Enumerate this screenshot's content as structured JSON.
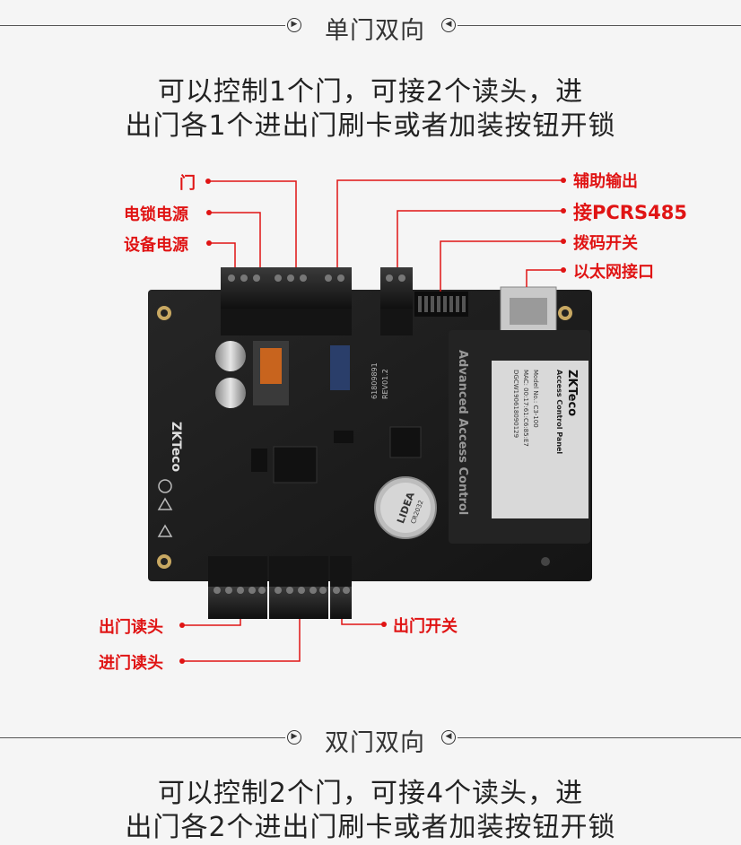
{
  "section1": {
    "title": "单门双向",
    "desc_line1": "可以控制1个门，可接2个读头，进",
    "desc_line2": "出门各1个进出门刷卡或者加装按钮开锁"
  },
  "labels_left_top": [
    "门",
    "电锁电源",
    "设备电源"
  ],
  "labels_right_top": [
    "辅助输出",
    "接PCRS485",
    "拨码开关",
    "以太网接口"
  ],
  "labels_bottom": [
    "出门读头",
    "进门读头",
    "出门开关"
  ],
  "board": {
    "brand": "ZKTeco",
    "module_line1": "Advanced Access Control",
    "module_product": "Access Control Panel",
    "module_model": "Model No.: C3-100",
    "module_mac": "MAC: 00:17:61:C6:85:E7",
    "module_serial": "DGCW190618090129",
    "battery_label": "LIDEA",
    "battery_model": "CR2032",
    "pcb_code": "61809891",
    "pcb_ver": "REV01.2"
  },
  "section2": {
    "title": "双门双向",
    "desc_line1": "可以控制2个门，可接4个读头，进",
    "desc_line2": "出门各2个进出门刷卡或者加装按钮开锁"
  },
  "colors": {
    "accent": "#e01414",
    "pcb": "#1c1c1c",
    "module": "#232323"
  }
}
